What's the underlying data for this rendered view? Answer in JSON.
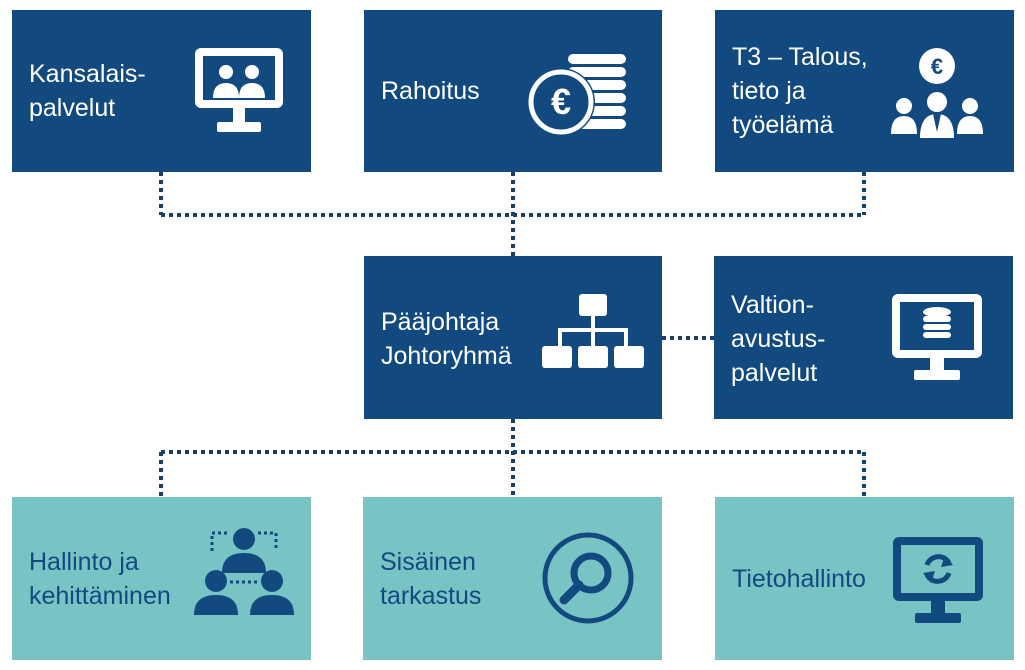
{
  "top_row": [
    {
      "id": "kansalais",
      "label": "Kansalais-\npalvelut",
      "icon": "video-call-monitor-icon"
    },
    {
      "id": "rahoitus",
      "label": "Rahoitus",
      "icon": "euro-coins-icon"
    },
    {
      "id": "t3",
      "label": "T3 – Talous,\n tieto ja\ntyöelämä",
      "icon": "euro-people-group-icon"
    }
  ],
  "middle_row": [
    {
      "id": "paajohtaja",
      "label": "Pääjohtaja\nJohtoryhmä",
      "icon": "org-chart-icon"
    },
    {
      "id": "valtionavustus",
      "label": "Valtion-\navustus-\npalvelut",
      "icon": "database-monitor-icon"
    }
  ],
  "bottom_row": [
    {
      "id": "hallinto",
      "label": "Hallinto ja\nkehittäminen",
      "icon": "people-network-icon"
    },
    {
      "id": "sisainen",
      "label": "Sisäinen\ntarkastus",
      "icon": "magnifier-icon"
    },
    {
      "id": "tietohallinto",
      "label": "Tietohallinto",
      "icon": "sync-monitor-icon"
    }
  ],
  "colors": {
    "dark": "#124a80",
    "light": "#78c3c4",
    "connector": "#1b3f62"
  }
}
